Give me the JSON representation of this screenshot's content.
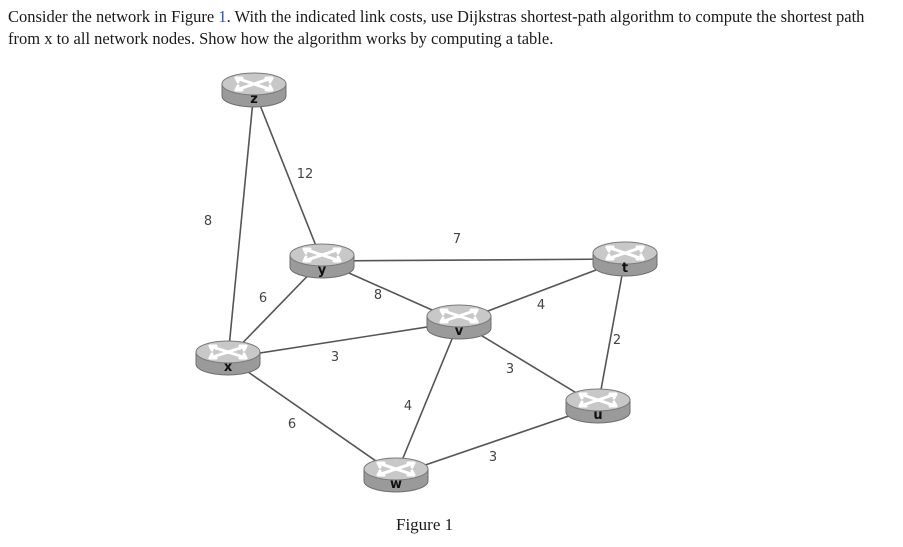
{
  "question": {
    "part1": "Consider the network in Figure ",
    "figure_ref": "1",
    "part2": ". With the indicated link costs, use Dijkstras shortest-path algorithm to compute the shortest path from x to all network nodes. Show how the algorithm works by computing a table."
  },
  "figure": {
    "caption": "Figure 1",
    "nodes": [
      {
        "id": "z",
        "label": "z"
      },
      {
        "id": "y",
        "label": "y"
      },
      {
        "id": "x",
        "label": "x"
      },
      {
        "id": "v",
        "label": "v"
      },
      {
        "id": "t",
        "label": "t"
      },
      {
        "id": "u",
        "label": "u"
      },
      {
        "id": "w",
        "label": "w"
      }
    ],
    "edges": [
      {
        "from": "z",
        "to": "x",
        "cost": "8"
      },
      {
        "from": "z",
        "to": "y",
        "cost": "12"
      },
      {
        "from": "y",
        "to": "t",
        "cost": "7"
      },
      {
        "from": "y",
        "to": "x",
        "cost": "6"
      },
      {
        "from": "y",
        "to": "v",
        "cost": "8"
      },
      {
        "from": "x",
        "to": "v",
        "cost": "3"
      },
      {
        "from": "x",
        "to": "w",
        "cost": "6"
      },
      {
        "from": "v",
        "to": "t",
        "cost": "4"
      },
      {
        "from": "v",
        "to": "u",
        "cost": "3"
      },
      {
        "from": "v",
        "to": "w",
        "cost": "4"
      },
      {
        "from": "t",
        "to": "u",
        "cost": "2"
      },
      {
        "from": "u",
        "to": "w",
        "cost": "3"
      }
    ],
    "colors": {
      "router_body": "#9a9a9a",
      "router_top": "#c8c8c8",
      "router_mark": "#ffffff",
      "link": "#555555",
      "figure_ref": "#2255cc"
    }
  }
}
